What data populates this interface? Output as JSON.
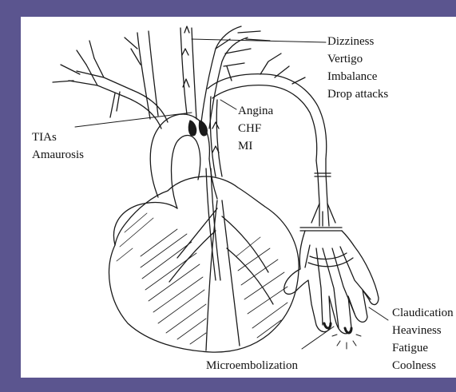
{
  "colors": {
    "frame": "#5b558f",
    "panel": "#ffffff",
    "ink": "#1a1a1a"
  },
  "labels": {
    "cerebral": [
      "Dizziness",
      "Vertigo",
      "Imbalance",
      "Drop attacks"
    ],
    "cardiac": [
      "Angina",
      "CHF",
      "MI"
    ],
    "ocular": [
      "TIAs",
      "Amaurosis"
    ],
    "limb": [
      "Claudication",
      "Heaviness",
      "Fatigue",
      "Coolness"
    ],
    "embolic": "Microembolization"
  }
}
